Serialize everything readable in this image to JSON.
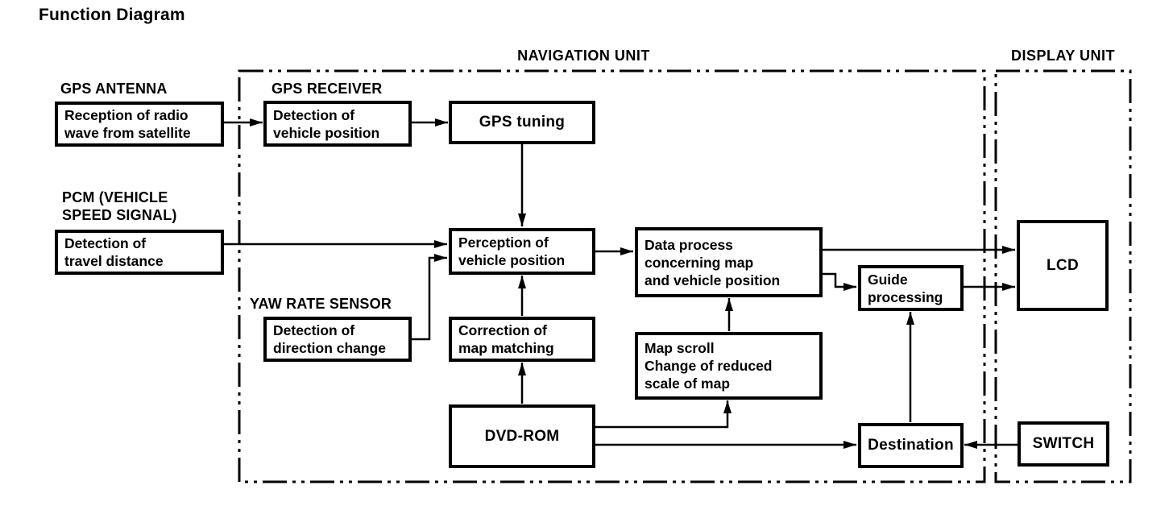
{
  "page_title": "Function Diagram",
  "containers": {
    "navigation_unit": "NAVIGATION UNIT",
    "display_unit": "DISPLAY UNIT"
  },
  "labels": {
    "gps_antenna": "GPS ANTENNA",
    "gps_receiver": "GPS RECEIVER",
    "pcm": "PCM (VEHICLE\nSPEED SIGNAL)",
    "yaw_rate_sensor": "YAW RATE SENSOR"
  },
  "nodes": {
    "reception_radio_wave": "Reception of radio\nwave from satellite",
    "detection_vehicle_position": "Detection of\nvehicle position",
    "gps_tuning": "GPS tuning",
    "detection_travel_distance": "Detection of\ntravel distance",
    "detection_direction_change": "Detection of\ndirection change",
    "perception_vehicle_position": "Perception of\nvehicle position",
    "correction_map_matching": "Correction of\nmap matching",
    "data_process": "Data process\nconcerning map\nand vehicle position",
    "map_scroll": "Map scroll\nChange of reduced\nscale of map",
    "guide_processing": "Guide\nprocessing",
    "dvd_rom": "DVD-ROM",
    "destination": "Destination",
    "lcd": "LCD",
    "switch": "SWITCH"
  },
  "colors": {
    "ink": "#000000",
    "paper": "#ffffff"
  }
}
